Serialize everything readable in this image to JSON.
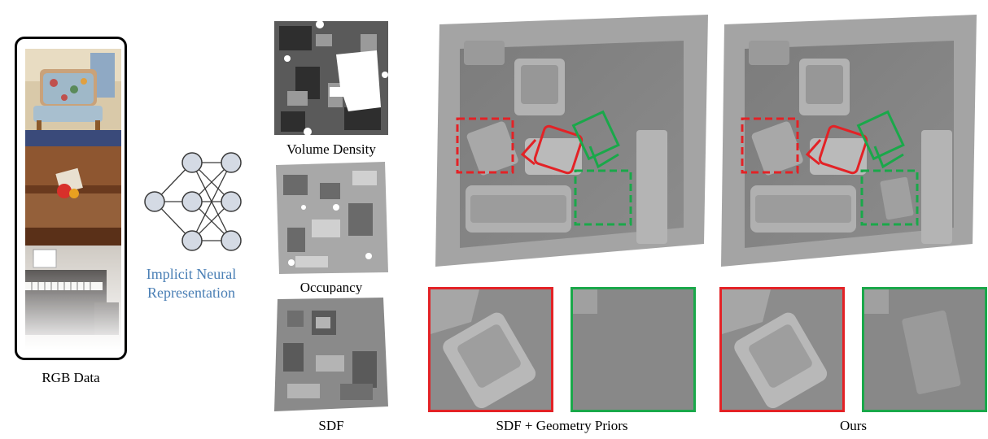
{
  "labels": {
    "rgb_data": "RGB Data",
    "inr_line1": "Implicit Neural",
    "inr_line2": "Representation",
    "volume_density": "Volume Density",
    "occupancy": "Occupancy",
    "sdf": "SDF",
    "sdf_priors": "SDF + Geometry Priors",
    "ours": "Ours"
  },
  "colors": {
    "inr_text": "#4a7fb5",
    "highlight_red": "#e32226",
    "highlight_green": "#1aa84a",
    "node_fill": "#d4dae4",
    "node_stroke": "#3a3a3a",
    "mesh_gray": "#8a8a8a"
  }
}
